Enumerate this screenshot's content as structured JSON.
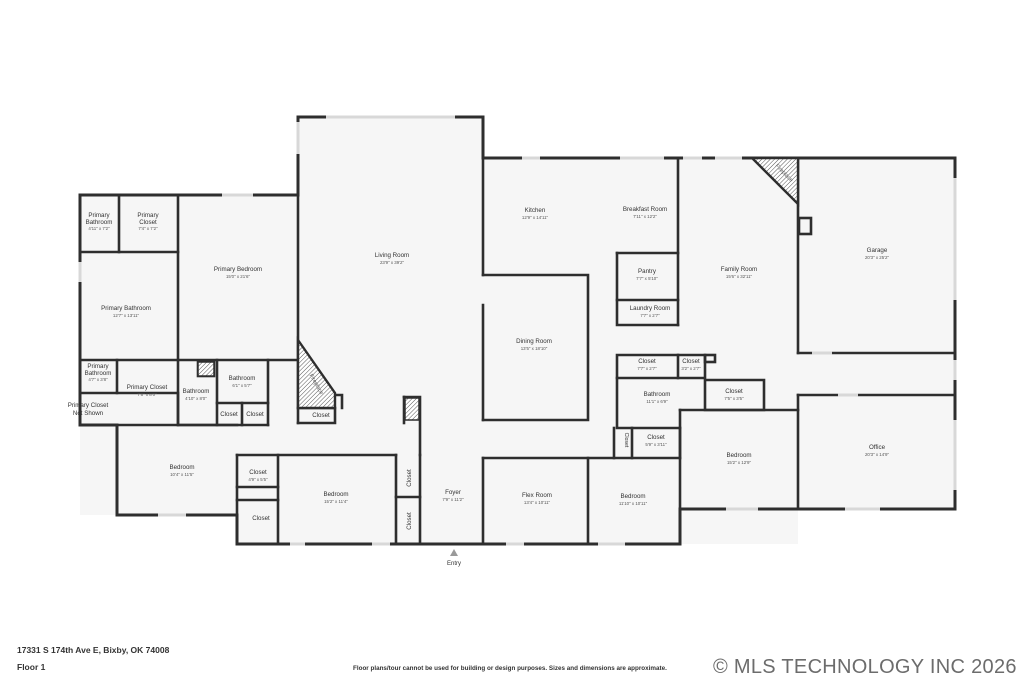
{
  "rooms": [
    {
      "id": "primary-bathroom-small",
      "name": "Primary Bathroom",
      "dim": "4'11\" x 7'2\""
    },
    {
      "id": "primary-closet-top",
      "name": "Primary Closet",
      "dim": "7'4\" x 7'2\""
    },
    {
      "id": "primary-bedroom",
      "name": "Primary Bedroom",
      "dim": "15'0\" x 21'6\""
    },
    {
      "id": "living-room",
      "name": "Living Room",
      "dim": "23'9\" x 39'2\""
    },
    {
      "id": "kitchen",
      "name": "Kitchen",
      "dim": "12'9\" x 14'11\""
    },
    {
      "id": "breakfast-room",
      "name": "Breakfast Room",
      "dim": "7'11\" x 12'2\""
    },
    {
      "id": "pantry",
      "name": "Pantry",
      "dim": "7'7\" x 5'10\""
    },
    {
      "id": "family-room",
      "name": "Family Room",
      "dim": "15'6\" x 32'11\""
    },
    {
      "id": "garage",
      "name": "Garage",
      "dim": "20'3\" x 25'2\""
    },
    {
      "id": "laundry-room",
      "name": "Laundry Room",
      "dim": "7'7\" x 2'7\""
    },
    {
      "id": "primary-bathroom-main",
      "name": "Primary Bathroom",
      "dim": "12'7\" x 13'11\""
    },
    {
      "id": "dining-room",
      "name": "Dining Room",
      "dim": "13'5\" x 18'10\""
    },
    {
      "id": "primary-bathroom-mini",
      "name": "Primary Bathroom",
      "dim": "4'7\" x 3'8\""
    },
    {
      "id": "primary-closet-mid",
      "name": "Primary Closet",
      "dim": "7'8\" x 8'0\""
    },
    {
      "id": "bathroom-a",
      "name": "Bathroom",
      "dim": "4'10\" x 8'0\""
    },
    {
      "id": "bathroom-b",
      "name": "Bathroom",
      "dim": "6'1\" x 5'7\""
    },
    {
      "id": "closet-kitchen-a",
      "name": "Closet",
      "dim": "7'7\" x 2'7\""
    },
    {
      "id": "closet-kitchen-b",
      "name": "Closet",
      "dim": "3'2\" x 2'7\""
    },
    {
      "id": "bathroom-c",
      "name": "Bathroom",
      "dim": "11'1\" x 6'9\""
    },
    {
      "id": "closet-hall",
      "name": "Closet",
      "dim": "7'5\" x 3'5\""
    },
    {
      "id": "closet-bed-c",
      "name": "Closet",
      "dim": "5'9\" x 3'11\""
    },
    {
      "id": "bedroom-1",
      "name": "Bedroom",
      "dim": "10'4\" x 11'5\""
    },
    {
      "id": "closet-bed1",
      "name": "Closet",
      "dim": "4'9\" x 5'5\""
    },
    {
      "id": "bedroom-2",
      "name": "Bedroom",
      "dim": "15'2\" x 11'4\""
    },
    {
      "id": "foyer",
      "name": "Foyer",
      "dim": "7'9\" x 11'2\""
    },
    {
      "id": "flex-room",
      "name": "Flex Room",
      "dim": "13'4\" x 10'11\""
    },
    {
      "id": "bedroom-3",
      "name": "Bedroom",
      "dim": "11'10\" x 10'11\""
    },
    {
      "id": "bedroom-4",
      "name": "Bedroom",
      "dim": "15'2\" x 12'9\""
    },
    {
      "id": "office",
      "name": "Office",
      "dim": "20'3\" x 14'9\""
    }
  ],
  "labels": {
    "primary_closet_not_shown": "Primary Closet Not Shown",
    "closet": "Closet",
    "fireplace": "Fireplace",
    "entry": "Entry"
  },
  "footer": {
    "address": "17331 S 174th Ave E, Bixby, OK 74008",
    "floor": "Floor 1",
    "disclaimer": "Floor plans/tour cannot be used for building or design purposes. Sizes and dimensions are approximate.",
    "copyright": "© MLS TECHNOLOGY INC 2026"
  },
  "colors": {
    "wall": "#2e2e2e",
    "floor": "#f6f6f6",
    "window": "#d8d8d8"
  }
}
